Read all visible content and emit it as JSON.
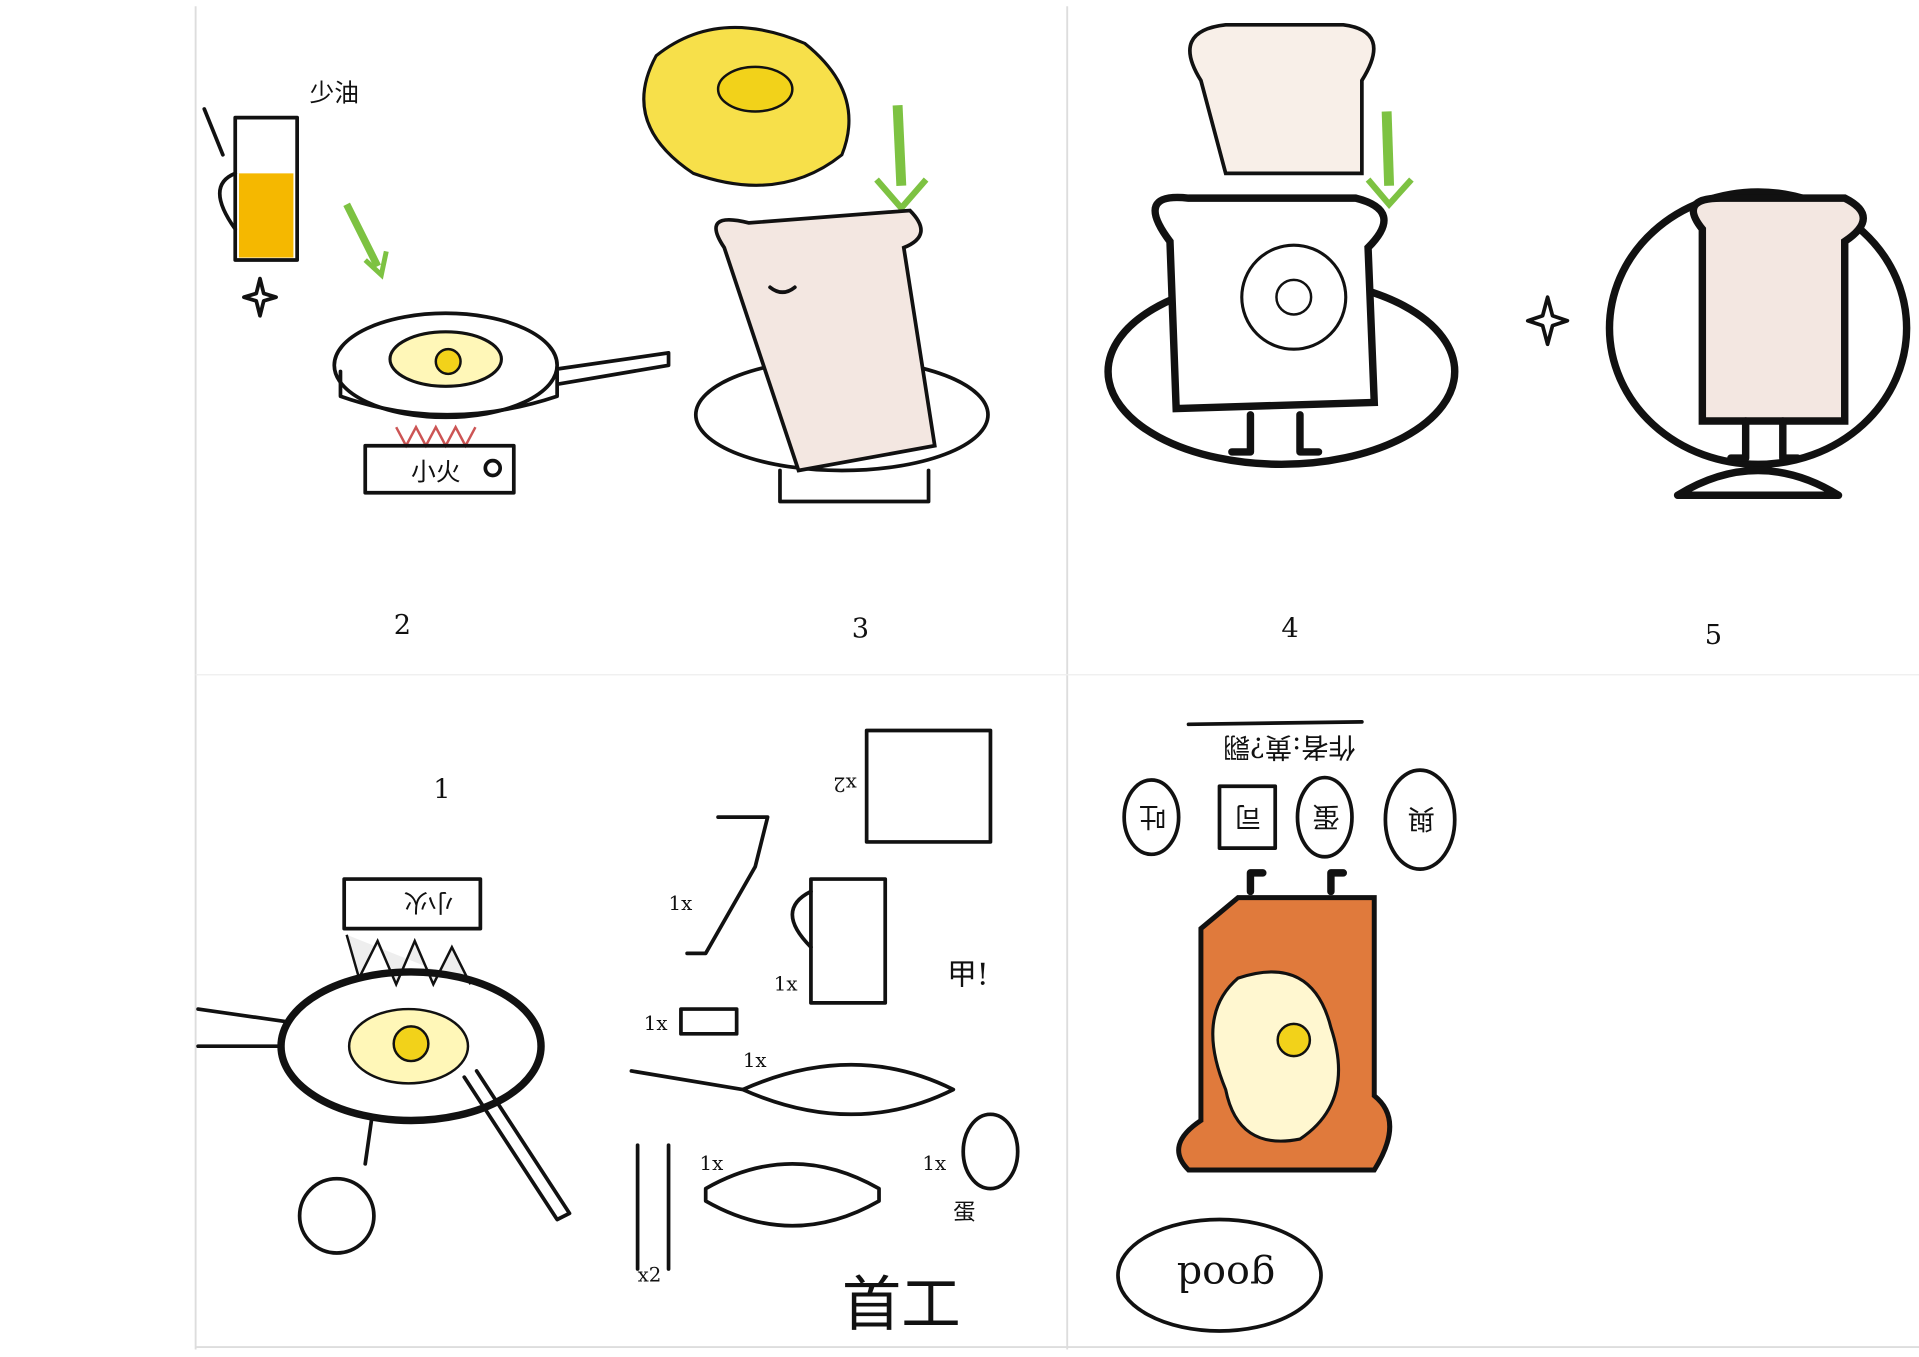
{
  "labels": {
    "little_oil": "少油",
    "low_heat": "小火",
    "step_numbers": [
      "2",
      "3",
      "4",
      "5",
      "1"
    ],
    "times_two": "x2",
    "times_one": "1x",
    "author": "作者:黄?翾",
    "title_bubbles": [
      "吐",
      "司",
      "蛋",
      "與"
    ],
    "good": "good",
    "jia": "甲!",
    "shou_gong": "首工",
    "egg_label": "蛋"
  },
  "colors": {
    "paper": "#ffffff",
    "yolk": "#f2d21a",
    "egg_yellow": "#f7e04a",
    "oil": "#f5b800",
    "arrow_green": "#7dc242",
    "toast": "#f3e7e1",
    "toaster": "#e07a3c"
  }
}
